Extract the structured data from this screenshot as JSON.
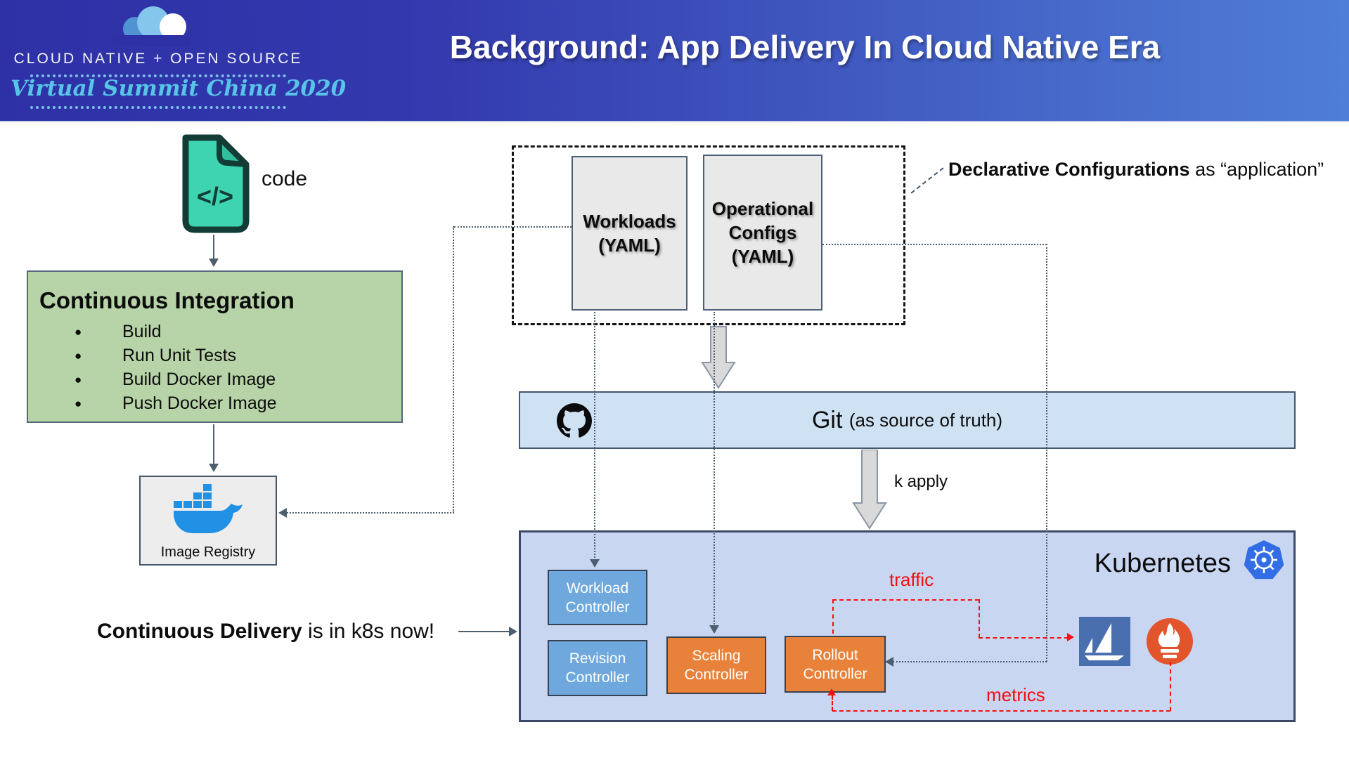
{
  "header": {
    "logo_line1": "CLOUD NATIVE + OPEN SOURCE",
    "logo_line2": "Virtual Summit China 2020",
    "title": "Background: App Delivery In Cloud Native Era"
  },
  "code": {
    "label": "code",
    "glyph": "</>"
  },
  "ci": {
    "title": "Continuous Integration",
    "items": [
      "Build",
      "Run Unit Tests",
      "Build Docker Image",
      "Push Docker Image"
    ]
  },
  "registry": {
    "label": "Image Registry"
  },
  "cd_note": {
    "bold": "Continuous Delivery",
    "rest": " is in k8s now!"
  },
  "configs": {
    "workloads": {
      "line1": "Workloads",
      "line2": "(YAML)"
    },
    "operational": {
      "line1": "Operational",
      "line2": "Configs",
      "line3": "(YAML)"
    },
    "annotation_bold": "Declarative Configurations",
    "annotation_rest": " as “application”"
  },
  "git": {
    "title": "Git ",
    "subtitle": "(as source of truth)",
    "apply_label": "k apply"
  },
  "kubernetes": {
    "label": "Kubernetes",
    "controllers": {
      "workload": {
        "line1": "Workload",
        "line2": "Controller"
      },
      "revision": {
        "line1": "Revision",
        "line2": "Controller"
      },
      "scaling": {
        "line1": "Scaling",
        "line2": "Controller"
      },
      "rollout": {
        "line1": "Rollout",
        "line2": "Controller"
      }
    },
    "traffic_label": "traffic",
    "metrics_label": "metrics"
  },
  "colors": {
    "header_left": "#2e31a6",
    "header_right": "#4f7ed6",
    "ci_green": "#b7d3a8",
    "git_blue": "#cfe2f3",
    "k8s_box_blue": "#c9d6f2",
    "controller_blue": "#6fa8dc",
    "controller_orange": "#e8823a",
    "docker_blue": "#2191e6",
    "istio_blue": "#4a6fae",
    "prometheus_orange": "#e2542c",
    "k8s_icon_blue": "#326de6",
    "code_teal": "#3ed3b1",
    "accent_red": "#f50f0f"
  }
}
